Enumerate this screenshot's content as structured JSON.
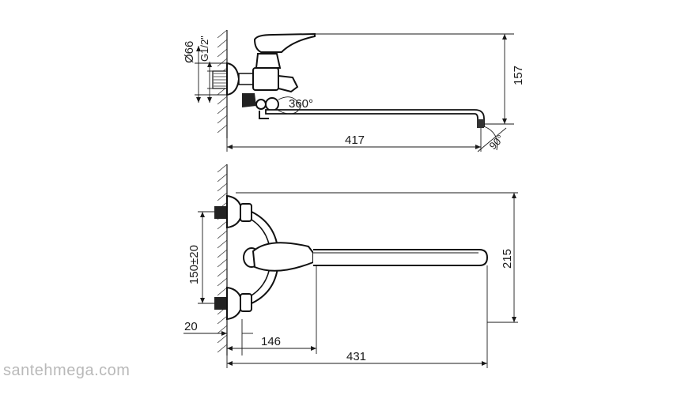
{
  "top_view": {
    "dim_diameter": "Ø66",
    "dim_thread": "G1/2\"",
    "dim_height": "157",
    "dim_length": "417",
    "dim_rotation": "360°",
    "dim_angle": "90°"
  },
  "front_view": {
    "dim_center_distance": "150±20",
    "dim_height": "215",
    "dim_offset": "20",
    "dim_handle": "146",
    "dim_length": "431"
  },
  "watermark": "santehmega.com"
}
